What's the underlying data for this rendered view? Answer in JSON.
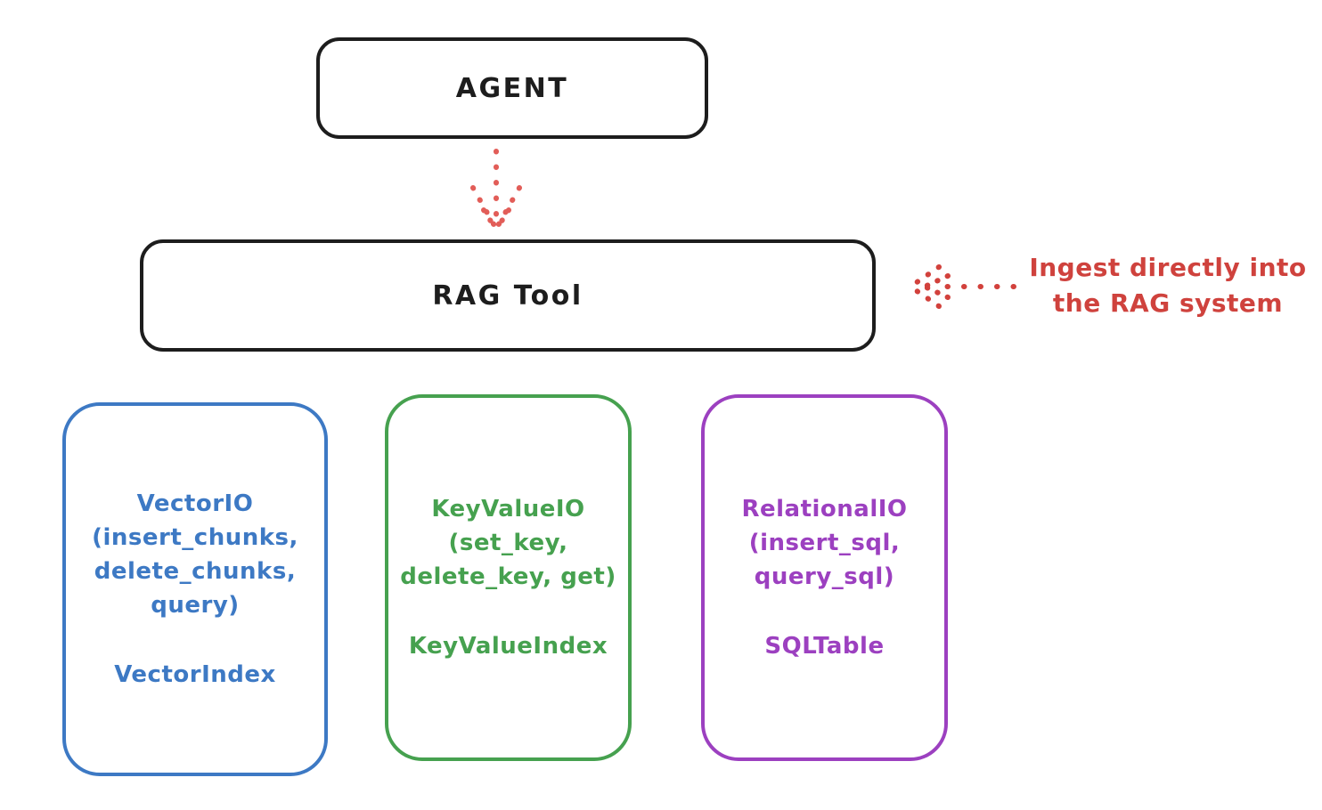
{
  "diagram": {
    "background": "#ffffff",
    "ink_color": "#1d1d1d",
    "agent": {
      "label": "AGENT"
    },
    "rag_tool": {
      "label": "RAG Tool"
    },
    "annotation": {
      "line1": "Ingest directly into",
      "line2": "the RAG system",
      "color": "#cf423d"
    },
    "arrows": {
      "agent_to_rag": {
        "color": "#e25d58",
        "style": "dotted",
        "direction": "down"
      },
      "annotation_to_rag": {
        "color": "#d2413c",
        "style": "dotted",
        "direction": "left"
      }
    },
    "stores": [
      {
        "id": "vector",
        "color": "#3d79c4",
        "lines": [
          "VectorIO",
          "(insert_chunks,",
          "delete_chunks,",
          "query)"
        ],
        "index_label": "VectorIndex"
      },
      {
        "id": "keyvalue",
        "color": "#46a14f",
        "lines": [
          "KeyValueIO",
          "(set_key,",
          "delete_key, get)"
        ],
        "index_label": "KeyValueIndex"
      },
      {
        "id": "relational",
        "color": "#9c40c0",
        "lines": [
          "RelationalIO",
          "(insert_sql,",
          "query_sql)"
        ],
        "index_label": "SQLTable"
      }
    ]
  }
}
